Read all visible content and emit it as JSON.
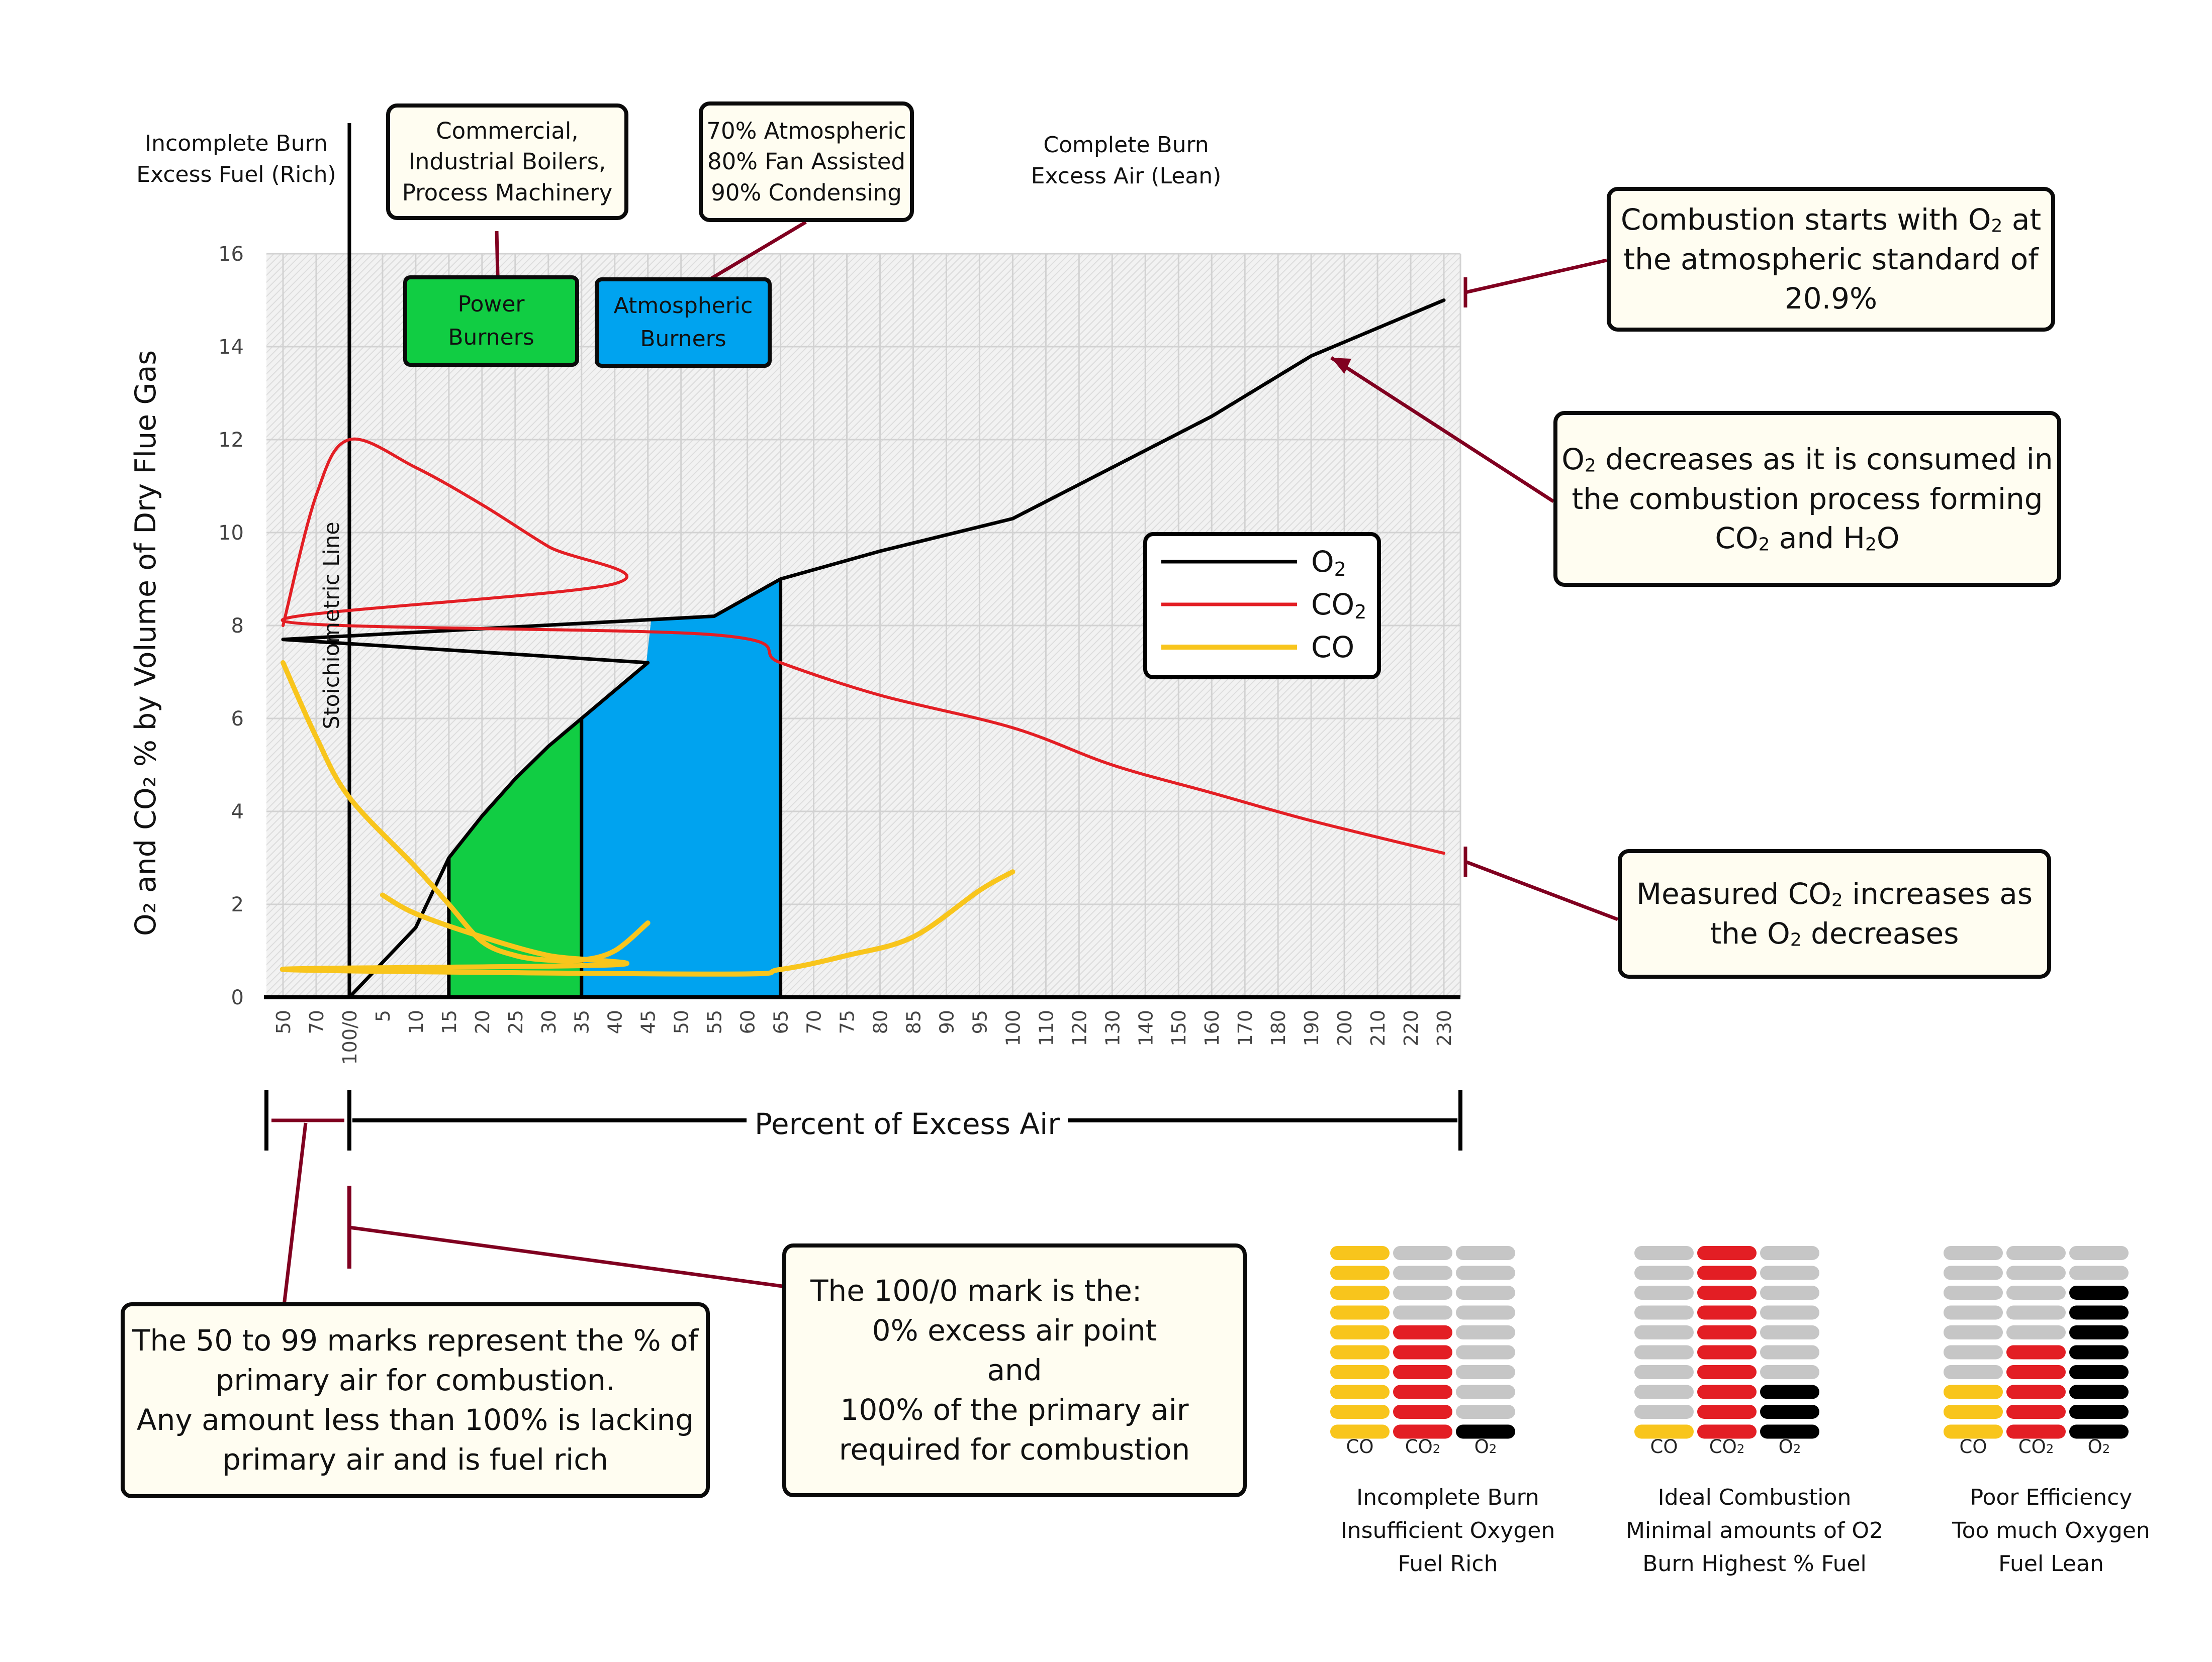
{
  "chart_data": {
    "type": "line",
    "ylabel": "O₂ and CO₂ % by Volume of Dry Flue Gas",
    "xlabel": "Percent of Excess Air",
    "ylim": [
      0,
      16
    ],
    "yticks": [
      "0",
      "2",
      "4",
      "6",
      "8",
      "10",
      "12",
      "14",
      "16"
    ],
    "xticks": [
      "50",
      "70",
      "100/0",
      "5",
      "10",
      "15",
      "20",
      "25",
      "30",
      "35",
      "40",
      "45",
      "50",
      "55",
      "60",
      "65",
      "70",
      "75",
      "80",
      "85",
      "90",
      "95",
      "100",
      "110",
      "120",
      "130",
      "140",
      "150",
      "160",
      "170",
      "180",
      "190",
      "200",
      "210",
      "220",
      "230"
    ],
    "grid": true,
    "stoichiometric_label": "Stoichiometric Line",
    "legend": {
      "position": "right-center",
      "entries": [
        {
          "name": "O₂",
          "color": "#000000"
        },
        {
          "name": "CO₂",
          "color": "#e31e24"
        },
        {
          "name": "CO",
          "color": "#f8c51c"
        }
      ]
    },
    "series": [
      {
        "name": "O₂",
        "color": "#000000",
        "points": [
          [
            "100/0",
            0
          ],
          [
            "10",
            1.5
          ],
          [
            "15",
            3
          ],
          [
            "20",
            3.9
          ],
          [
            "25",
            4.7
          ],
          [
            "30",
            5.4
          ],
          [
            "35",
            6
          ],
          [
            "40",
            6.6
          ],
          [
            "45",
            7.2
          ],
          [
            "50",
            7.7
          ],
          [
            "55",
            8.2
          ],
          [
            "60",
            8.6
          ],
          [
            "65",
            9
          ],
          [
            "80",
            9.6
          ],
          [
            "100",
            10.3
          ],
          [
            "130",
            11.4
          ],
          [
            "160",
            12.5
          ],
          [
            "190",
            13.8
          ],
          [
            "230",
            15
          ]
        ]
      },
      {
        "name": "CO₂",
        "color": "#e31e24",
        "points": [
          [
            "50",
            8
          ],
          [
            "70",
            10.8
          ],
          [
            "100/0",
            12
          ],
          [
            "10",
            11.4
          ],
          [
            "20",
            10.6
          ],
          [
            "30",
            9.7
          ],
          [
            "40",
            8.9
          ],
          [
            "50",
            8.1
          ],
          [
            "55",
            7.8
          ],
          [
            "65",
            7.2
          ],
          [
            "80",
            6.5
          ],
          [
            "100",
            5.8
          ],
          [
            "130",
            5
          ],
          [
            "160",
            4.4
          ],
          [
            "190",
            3.8
          ],
          [
            "230",
            3.1
          ]
        ]
      },
      {
        "name": "CO",
        "color": "#f8c51c",
        "segment": "rich",
        "points": [
          [
            "50",
            7.2
          ],
          [
            "70",
            5.6
          ],
          [
            "100/0",
            4.3
          ],
          [
            "10",
            2.8
          ],
          [
            "15",
            2
          ],
          [
            "20",
            1.2
          ],
          [
            "25",
            0.9
          ],
          [
            "30",
            0.8
          ],
          [
            "35",
            0.8
          ],
          [
            "40",
            1
          ],
          [
            "45",
            1.6
          ]
        ]
      },
      {
        "name": "CO",
        "color": "#f8c51c",
        "segment": "lean",
        "points": [
          [
            "5",
            2.2
          ],
          [
            "10",
            1.8
          ],
          [
            "20",
            1.3
          ],
          [
            "30",
            0.9
          ],
          [
            "40",
            0.7
          ],
          [
            "50",
            0.6
          ],
          [
            "55",
            0.5
          ],
          [
            "65",
            0.6
          ],
          [
            "75",
            0.9
          ],
          [
            "85",
            1.3
          ],
          [
            "95",
            2.3
          ],
          [
            "100",
            2.7
          ]
        ]
      }
    ],
    "shaded_ranges": [
      {
        "name": "Power Burners",
        "from": "15",
        "to": "35",
        "color": "#11cd43"
      },
      {
        "name": "Atmospheric Burners",
        "from": "35",
        "to": "65",
        "color": "#00a3ef"
      }
    ]
  },
  "header": {
    "rich": [
      "Incomplete Burn",
      "Excess Fuel (Rich)"
    ],
    "lean": [
      "Complete Burn",
      "Excess Air (Lean)"
    ]
  },
  "boxes": {
    "industrial": [
      "Commercial,",
      "Industrial Boilers,",
      "Process Machinery"
    ],
    "atmospheric_types": [
      "70% Atmospheric",
      "80% Fan Assisted",
      "90% Condensing"
    ],
    "power_burners": [
      "Power",
      "Burners"
    ],
    "atmospheric_burners": [
      "Atmospheric",
      "Burners"
    ]
  },
  "callouts": {
    "o2_start": [
      "Combustion starts with O₂ at",
      "the atmospheric standard of",
      "20.9%"
    ],
    "o2_decrease": [
      "O₂ decreases as it is consumed in",
      "the combustion process forming",
      "CO₂ and H₂O"
    ],
    "co2_increase": [
      "Measured CO₂ increases as",
      "the O₂ decreases"
    ],
    "primary_air": [
      "The 50 to 99 marks represent the % of",
      "primary air for combustion.",
      "Any amount less than 100% is lacking",
      "primary air and is fuel rich"
    ],
    "zero_mark": [
      "The 100/0 mark is the:",
      "0% excess air point",
      "and",
      "100% of the primary air",
      "required for combustion"
    ]
  },
  "comparisons": [
    {
      "caption": [
        "Incomplete Burn",
        "Insufficient Oxygen",
        "Fuel Rich"
      ],
      "labels": [
        "CO",
        "CO₂",
        "O₂"
      ],
      "stack_colors": [
        "#f8c51c",
        "#e31e24",
        "#000000"
      ],
      "levels": [
        10,
        6,
        1
      ]
    },
    {
      "caption": [
        "Ideal Combustion",
        "Minimal amounts of O2",
        "Burn Highest % Fuel"
      ],
      "labels": [
        "CO",
        "CO₂",
        "O₂"
      ],
      "stack_colors": [
        "#f8c51c",
        "#e31e24",
        "#000000"
      ],
      "levels": [
        1,
        10,
        3
      ]
    },
    {
      "caption": [
        "Poor Efficiency",
        "Too much Oxygen",
        "Fuel Lean"
      ],
      "labels": [
        "CO",
        "CO₂",
        "O₂"
      ],
      "stack_colors": [
        "#f8c51c",
        "#e31e24",
        "#000000"
      ],
      "levels": [
        3,
        5,
        8
      ]
    }
  ]
}
